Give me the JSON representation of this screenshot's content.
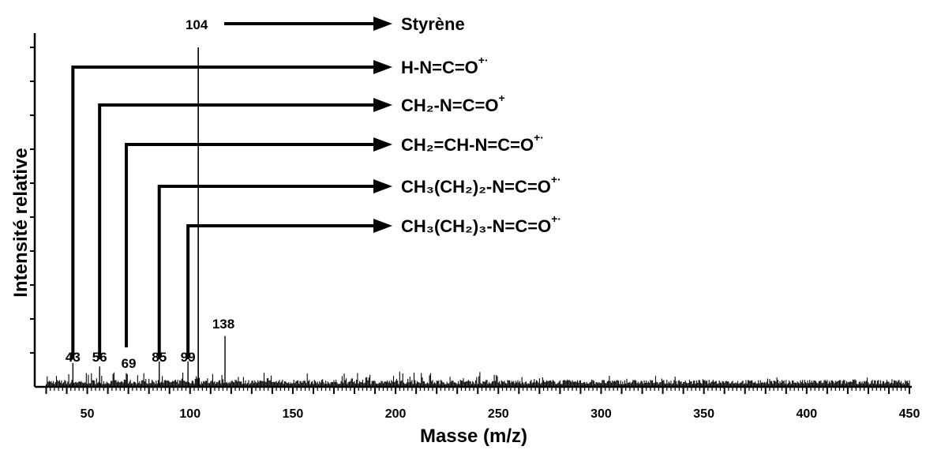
{
  "chart_data": {
    "type": "line",
    "title": "",
    "xlabel": "Masse (m/z)",
    "ylabel": "Intensité relative",
    "xlim": [
      30,
      450
    ],
    "ylim": [
      0,
      100
    ],
    "xticks": [
      "50",
      "100",
      "150",
      "200",
      "250",
      "300",
      "350",
      "400",
      "450"
    ],
    "grid": false,
    "peak_labels": [
      {
        "mz": 43,
        "label": "43",
        "value": 7
      },
      {
        "mz": 56,
        "label": "56",
        "value": 6
      },
      {
        "mz": 69,
        "label": "69",
        "value": 4
      },
      {
        "mz": 85,
        "label": "85",
        "value": 7.5
      },
      {
        "mz": 99,
        "label": "99",
        "value": 7.5
      },
      {
        "mz": 104,
        "label": "104",
        "value": 100
      },
      {
        "mz": 117,
        "label": "138",
        "value": 15
      }
    ],
    "annotations": [
      {
        "mz": 104,
        "main": "Styrène",
        "sup": ""
      },
      {
        "mz": 43,
        "main": "H-N=C=O",
        "sup": "+·"
      },
      {
        "mz": 56,
        "main": "CH₂-N=C=O",
        "sup": "+"
      },
      {
        "mz": 69,
        "main": "CH₂=CH-N=C=O",
        "sup": "+·"
      },
      {
        "mz": 85,
        "main": "CH₃(CH₂)₂-N=C=O",
        "sup": "+·"
      },
      {
        "mz": 99,
        "main": "CH₃(CH₂)₃-N=C=O",
        "sup": "+·"
      }
    ]
  }
}
